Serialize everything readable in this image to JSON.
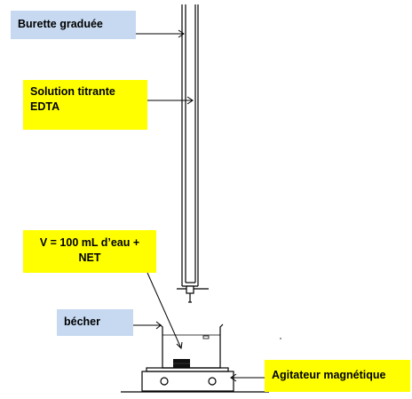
{
  "labels": {
    "burette": "Burette graduée",
    "solution": "Solution titrante\nEDTA",
    "volume": "V = 100 mL d’eau +\nNET",
    "becher": "bécher",
    "agitateur": "Agitateur magnétique"
  },
  "colors": {
    "label_blue": "#c6d9f1",
    "label_yellow": "#ffff00",
    "line": "#000000"
  }
}
